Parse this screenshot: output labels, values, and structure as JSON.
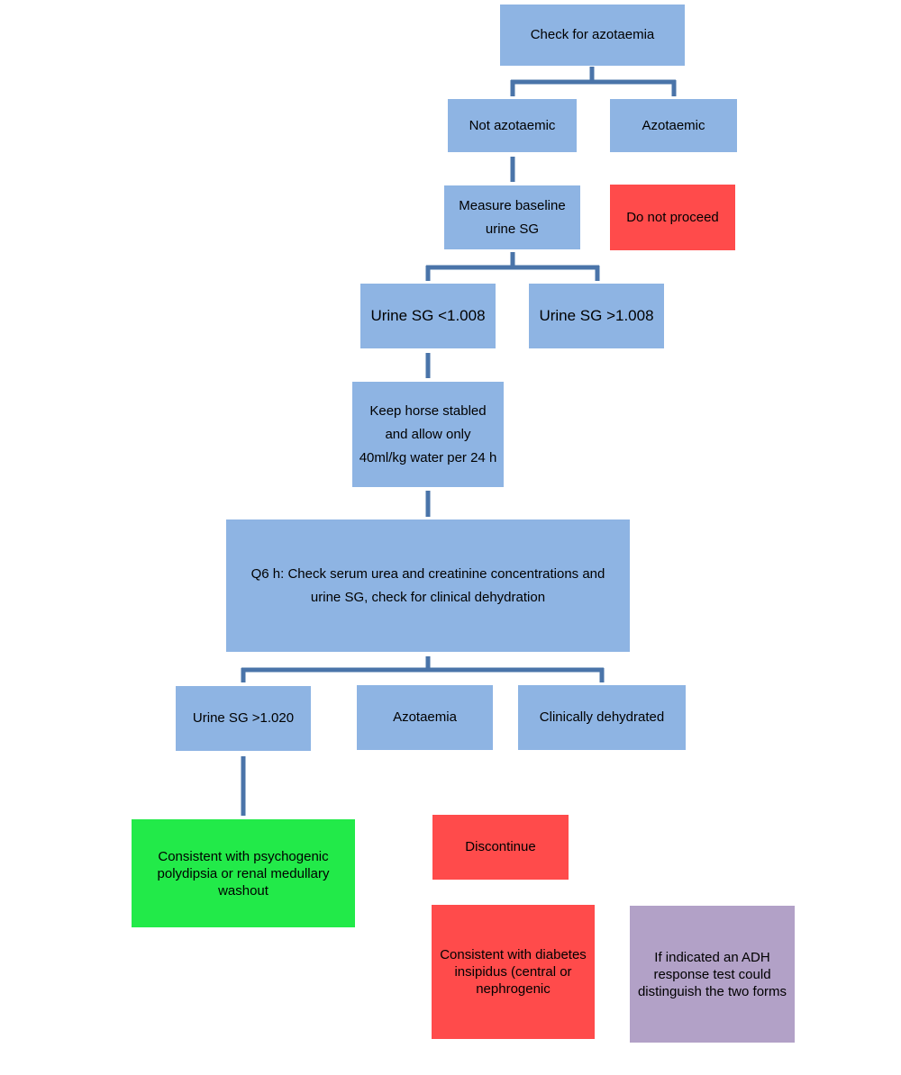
{
  "nodes": {
    "check_azotaemia": "Check for azotaemia",
    "not_azotaemic": "Not azotaemic",
    "azotaemic": "Azotaemic",
    "measure_baseline": "Measure baseline\nurine SG",
    "do_not_proceed": "Do not proceed",
    "urine_sg_lt_1008": "Urine SG <1.008",
    "urine_sg_gt_1008": "Urine SG >1.008",
    "keep_stabled": "Keep horse stabled\nand allow only\n40ml/kg water per 24 h",
    "q6h_check": "Q6 h: Check serum urea and creatinine concentrations and\nurine  SG, check for clinical dehydration",
    "urine_sg_gt_1020": "Urine  SG >1.020",
    "azotaemia": "Azotaemia",
    "clinically_dehydrated": "Clinically dehydrated",
    "psychogenic": "Consistent with psychogenic\npolydipsia or renal  medullary\nwashout",
    "discontinue": "Discontinue",
    "diabetes_insipidus": "Consistent with diabetes\ninsipidus (central or\nnephrogenic",
    "adh_test": "If indicated an ADH\nresponse test could\ndistinguish the two forms"
  },
  "colors": {
    "step": "#8eb4e3",
    "stop": "#ff4b4b",
    "positive": "#22ea49",
    "note": "#b2a1c7",
    "connector": "#4a74a9"
  }
}
